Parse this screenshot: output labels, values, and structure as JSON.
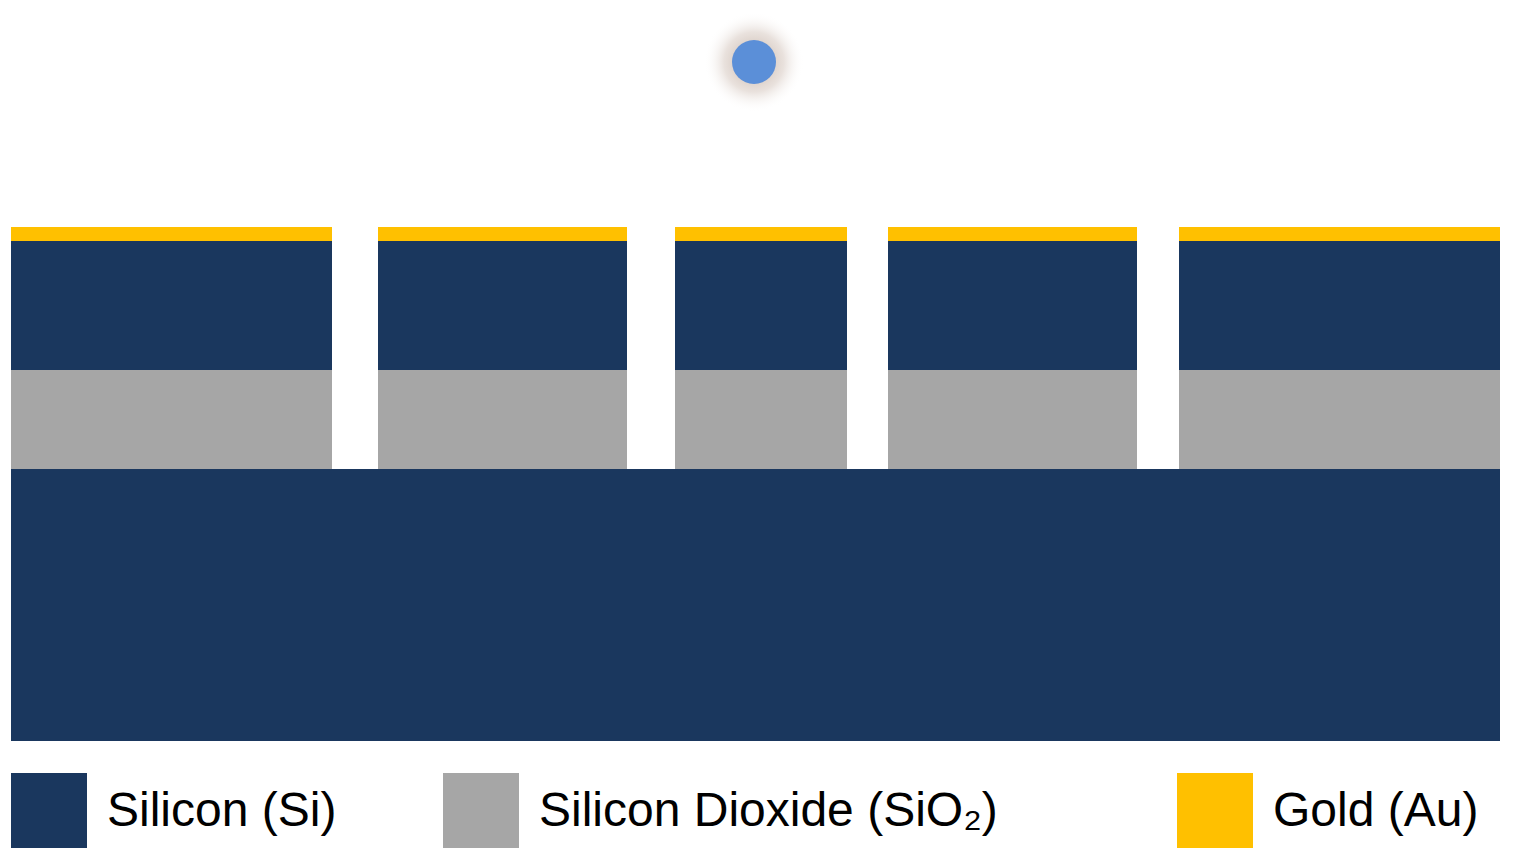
{
  "diagram": {
    "legend": [
      {
        "text": "Silicon (Si)",
        "color": "#1A375E"
      },
      {
        "text": "Silicon Dioxide (SiO₂)",
        "color": "#A6A6A6"
      },
      {
        "text": "Gold (Au)",
        "color": "#FFC000"
      }
    ]
  }
}
